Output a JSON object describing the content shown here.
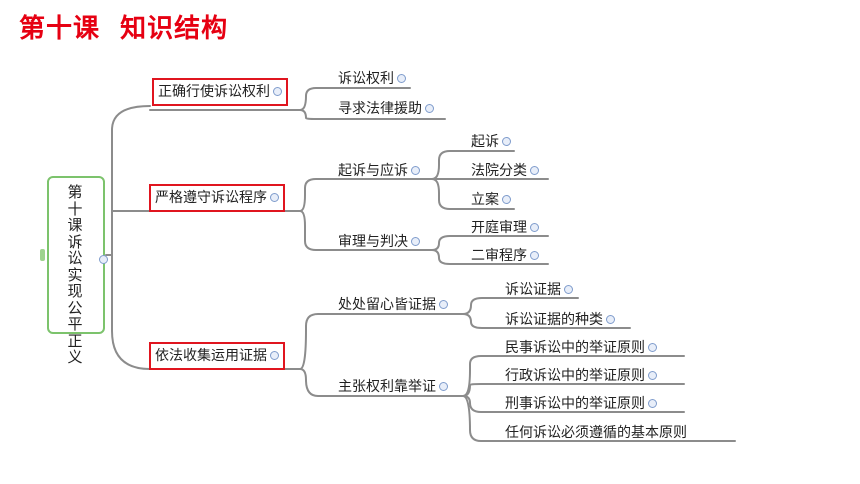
{
  "title": "第十课  知识结构",
  "root": "第十课 诉讼实现公平正义",
  "branches": {
    "b1": {
      "label": "正确行使诉讼权利",
      "children": [
        "诉讼权利",
        "寻求法律援助"
      ]
    },
    "b2": {
      "label": "严格遵守诉讼程序",
      "sub1": {
        "label": "起诉与应诉",
        "children": [
          "起诉",
          "法院分类",
          "立案"
        ]
      },
      "sub2": {
        "label": "审理与判决",
        "children": [
          "开庭审理",
          "二审程序"
        ]
      }
    },
    "b3": {
      "label": "依法收集运用证据",
      "sub1": {
        "label": "处处留心皆证据",
        "children": [
          "诉讼证据",
          "诉讼证据的种类"
        ]
      },
      "sub2": {
        "label": "主张权利靠举证",
        "children": [
          "民事诉讼中的举证原则",
          "行政诉讼中的举证原则",
          "刑事诉讼中的举证原则",
          "任何诉讼必须遵循的基本原则"
        ]
      }
    }
  },
  "colors": {
    "title": "#e60012",
    "highlight_box": "#e0151f",
    "connector": "#8c8c8c",
    "root_border": "#7cc36c"
  }
}
